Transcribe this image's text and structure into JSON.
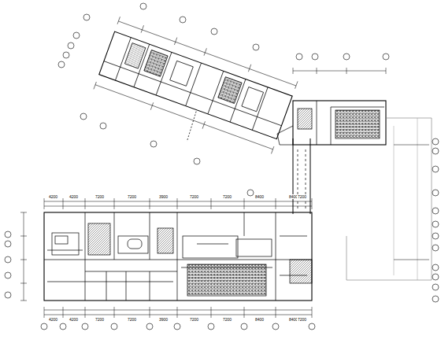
{
  "diagram": {
    "labels": [
      "4200",
      "4200",
      "7200",
      "7200",
      "3900",
      "7200",
      "7200",
      "8400",
      "8400",
      "7200",
      "4200",
      "4200",
      "7200",
      "7200",
      "3900",
      "7200",
      "7200",
      "8400",
      "8400",
      "7200"
    ]
  }
}
